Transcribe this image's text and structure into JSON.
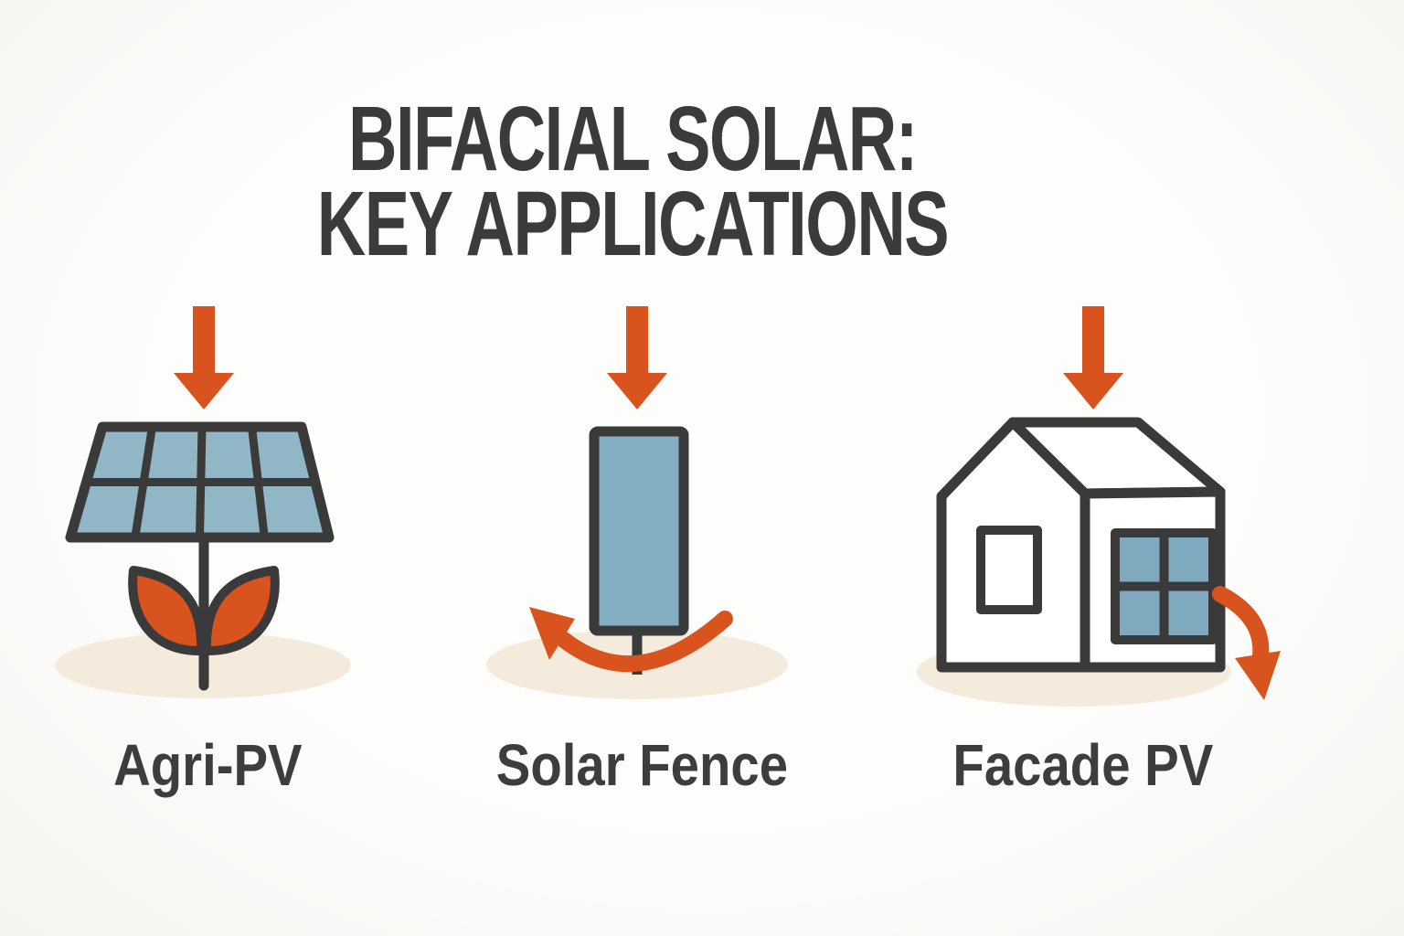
{
  "title": {
    "line1": "BIFACIAL SOLAR:",
    "line2": "KEY APPLICATIONS"
  },
  "items": [
    {
      "label": "Agri-PV",
      "icon": "agri-pv-icon"
    },
    {
      "label": "Solar Fence",
      "icon": "solar-fence-icon"
    },
    {
      "label": "Facade PV",
      "icon": "facade-pv-icon"
    }
  ],
  "colors": {
    "background": "#fbfbf9",
    "text_dark": "#3b3b3b",
    "outline_dark": "#3a3a3a",
    "accent_orange": "#d9531f",
    "panel_blue": "#8fb5c5",
    "fence_blue": "#84aec3",
    "window_blue": "#7fa9bf",
    "shadow_beige": "#f4ebdd"
  }
}
